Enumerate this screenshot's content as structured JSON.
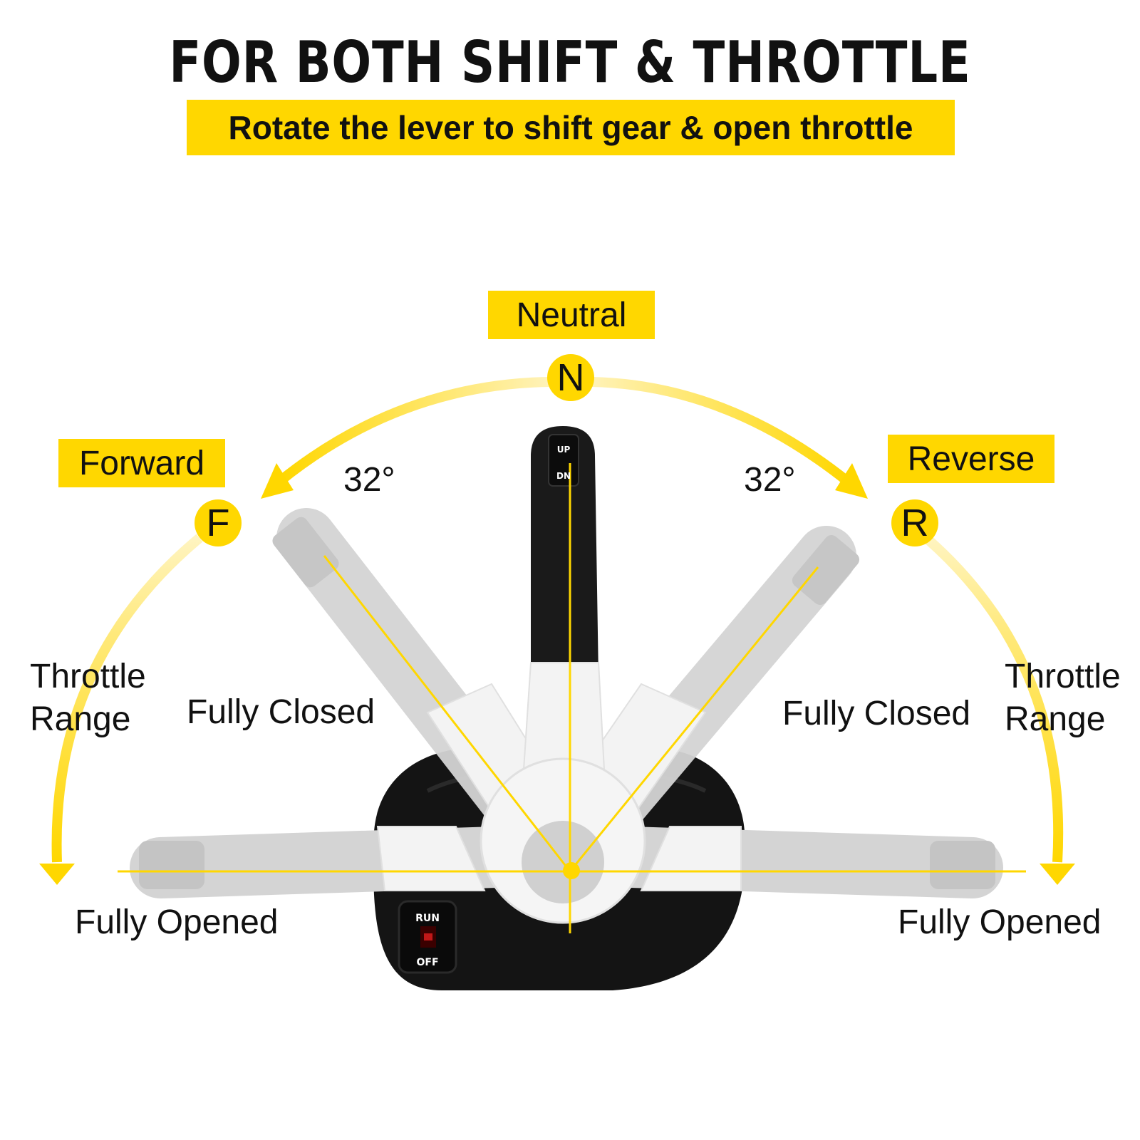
{
  "header": {
    "title": "FOR BOTH SHIFT & THROTTLE",
    "subtitle": "Rotate the lever to shift gear & open throttle"
  },
  "positions": {
    "neutral_tag": "Neutral",
    "neutral_letter": "N",
    "forward_tag": "Forward",
    "forward_letter": "F",
    "reverse_tag": "Reverse",
    "reverse_letter": "R"
  },
  "angles": {
    "left": "32°",
    "right": "32°"
  },
  "throttle": {
    "left_range_line1": "Throttle",
    "left_range_line2": "Range",
    "right_range_line1": "Throttle",
    "right_range_line2": "Range",
    "left_closed": "Fully Closed",
    "right_closed": "Fully Closed",
    "left_opened": "Fully Opened",
    "right_opened": "Fully Opened"
  },
  "control": {
    "grip_up": "UP",
    "grip_dn": "DN",
    "switch_run": "RUN",
    "switch_off": "OFF"
  },
  "colors": {
    "accent": "#FFD700",
    "lever_black": "#1a1a1a",
    "lever_ghost": "#cfcfcf",
    "base_black": "#141414",
    "text": "#111111"
  },
  "icons": {
    "arrow_neutral_forward": "arc-arrow",
    "arrow_neutral_reverse": "arc-arrow",
    "arrow_forward_opened": "arc-arrow",
    "arrow_reverse_opened": "arc-arrow"
  }
}
